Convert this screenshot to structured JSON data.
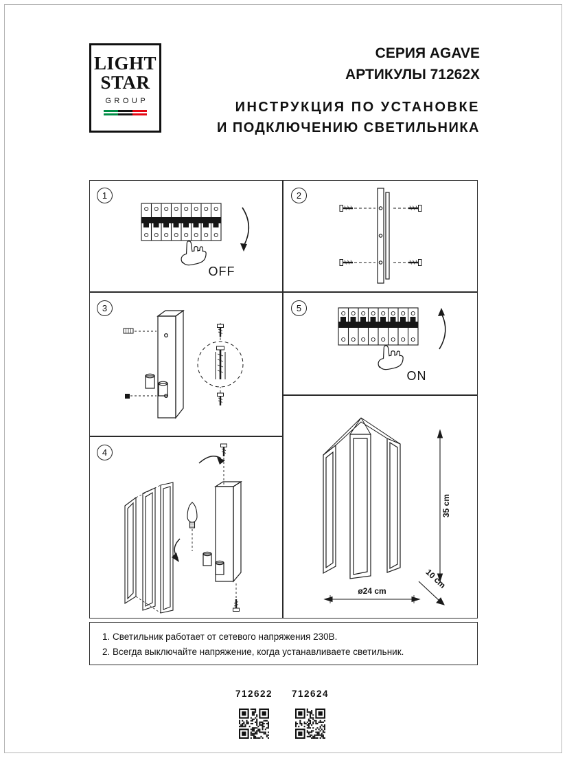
{
  "logo": {
    "line1": "LIGHT",
    "line2": "STAR",
    "line3": "GROUP"
  },
  "header": {
    "series": "СЕРИЯ AGAVE",
    "articles": "АРТИКУЛЫ 71262X",
    "instruction_line1": "ИНСТРУКЦИЯ ПО УСТАНОВКЕ",
    "instruction_line2": "И ПОДКЛЮЧЕНИЮ СВЕТИЛЬНИКА"
  },
  "steps": {
    "step1": {
      "number": "1",
      "label": "OFF"
    },
    "step2": {
      "number": "2"
    },
    "step3": {
      "number": "3"
    },
    "step4": {
      "number": "4"
    },
    "step5": {
      "number": "5",
      "label": "ON"
    }
  },
  "dimensions": {
    "height": "35 cm",
    "diameter": "ø24 cm",
    "depth": "10 cm"
  },
  "notes": {
    "line1": "1. Светильник работает от сетевого напряжения 230В.",
    "line2": "2. Всегда выключайте напряжение, когда устанавливаете светильник."
  },
  "footer": {
    "article_left": "712622",
    "article_right": "712624"
  },
  "colors": {
    "flag_green": "#008C45",
    "flag_dark": "#141414",
    "flag_red": "#E30613",
    "line": "#1a1a1a"
  }
}
